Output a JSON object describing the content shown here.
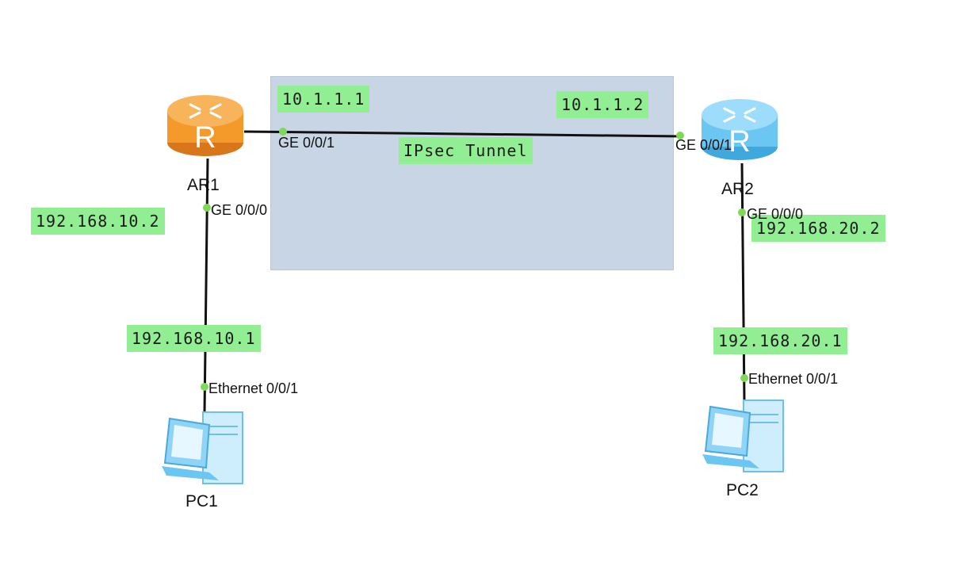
{
  "colors": {
    "tunnel_area": "#c7d5e5",
    "ip_label_bg": "#92ee92",
    "port_dot": "#7ed957",
    "link": "#111111",
    "router_ar1": "#f39a2b",
    "router_ar2": "#6cc6f2",
    "pc": "#8fd3f7"
  },
  "tunnel": {
    "label": "IPsec Tunnel"
  },
  "nodes": {
    "ar1": {
      "label": "AR1",
      "icon": "router-icon"
    },
    "ar2": {
      "label": "AR2",
      "icon": "router-icon"
    },
    "pc1": {
      "label": "PC1",
      "icon": "pc-icon"
    },
    "pc2": {
      "label": "PC2",
      "icon": "pc-icon"
    }
  },
  "ports": {
    "ar1_ge001": "GE 0/0/1",
    "ar1_ge000": "GE 0/0/0",
    "ar2_ge001": "GE 0/0/1",
    "ar2_ge000": "GE 0/0/0",
    "pc1_eth": "Ethernet 0/0/1",
    "pc2_eth": "Ethernet 0/0/1"
  },
  "ips": {
    "ar1_wan": "10.1.1.1",
    "ar2_wan": "10.1.1.2",
    "ar1_lan": "192.168.10.2",
    "ar2_lan": "192.168.20.2",
    "pc1": "192.168.10.1",
    "pc2": "192.168.20.1"
  }
}
